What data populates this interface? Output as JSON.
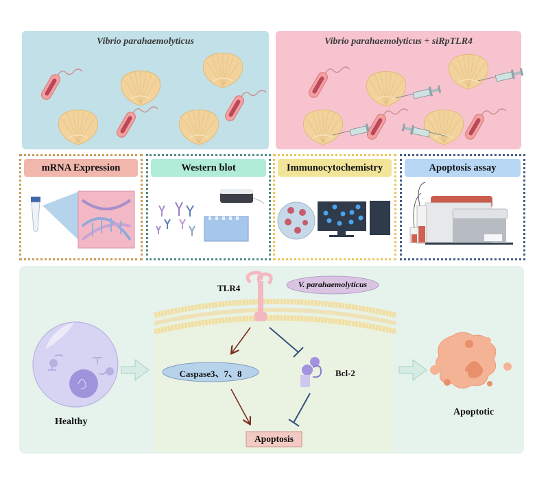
{
  "top_panels": {
    "left": {
      "title": "Vibrio parahaemolyticus",
      "background": "#c2e0e7"
    },
    "right": {
      "title": "Vibrio parahaemolyticus + siRpTLR4",
      "background": "#f7c3cf"
    }
  },
  "methods": [
    {
      "label": "mRNA Expression",
      "color": "#f1b7ad"
    },
    {
      "label": "Western blot",
      "color": "#b1ecd8"
    },
    {
      "label": "Immunocytochemistry",
      "color": "#f2e59a"
    },
    {
      "label": "Apoptosis assay",
      "color": "#b7d7f5"
    }
  ],
  "pathway": {
    "receptor": "TLR4",
    "pathogen": "V. parahaemolyticus",
    "caspase": "Caspase3、7、8",
    "bcl2": "Bcl-2",
    "outcome": "Apoptosis",
    "healthy": "Healthy",
    "apoptotic": "Apoptotic",
    "activate_color": "#7a2c1e",
    "inhibit_color": "#34527a"
  }
}
